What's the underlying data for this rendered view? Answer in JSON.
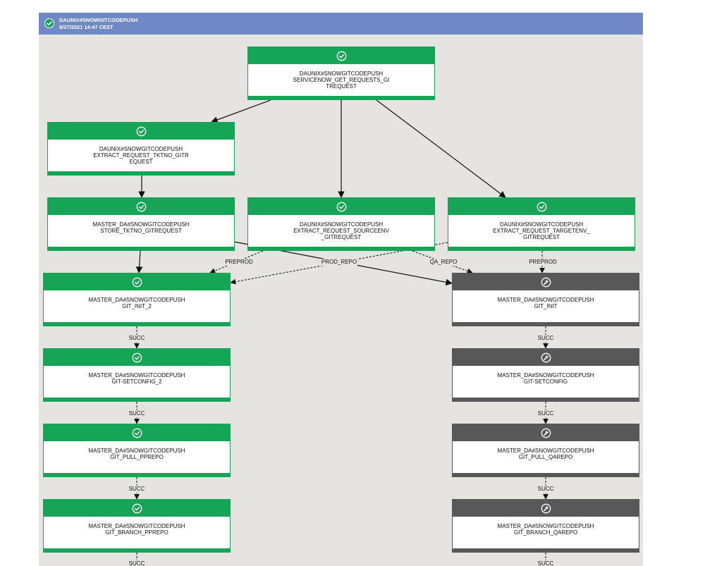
{
  "header": {
    "title": "DAUNIX#SNOWGITCODEPUSH",
    "date": "8/27/2021 14:47 CEST",
    "status_icon": "check-circle-icon"
  },
  "colors": {
    "success": "#16a556",
    "inactive": "#585858",
    "header": "#6f88c6",
    "canvas": "#e5e4e1"
  },
  "nodes": [
    {
      "id": "n0",
      "line1": "DAUNIX#SNOWGITCODEPUSH",
      "line2": "SERVICENOW_GET_REQUESTS_GI",
      "line3": "TREQUEST",
      "status": "success",
      "icon": "check-circle-icon"
    },
    {
      "id": "n1",
      "line1": "DAUNIX#SNOWGITCODEPUSH",
      "line2": "EXTRACT_REQUEST_TKTNO_GITR",
      "line3": "EQUEST",
      "status": "success",
      "icon": "check-circle-icon"
    },
    {
      "id": "n2",
      "line1": "MASTER_DA#SNOWGITCODEPUSH",
      "line2": "STORE_TKTNO_GITREQUEST",
      "line3": "",
      "status": "success",
      "icon": "check-circle-icon"
    },
    {
      "id": "n3",
      "line1": "DAUNIX#SNOWGITCODEPUSH",
      "line2": "EXTRACT_REQUEST_SOURCEENV",
      "line3": "_GITREQUEST",
      "status": "success",
      "icon": "check-circle-icon"
    },
    {
      "id": "n4",
      "line1": "DAUNIX#SNOWGITCODEPUSH",
      "line2": "EXTRACT_REQUEST_TARGETENV_",
      "line3": "GITREQUEST",
      "status": "success",
      "icon": "check-circle-icon"
    },
    {
      "id": "n5",
      "line1": "MASTER_DA#SNOWGITCODEPUSH",
      "line2": "GIT_INIT_2",
      "line3": "",
      "status": "success",
      "icon": "check-circle-icon"
    },
    {
      "id": "n6",
      "line1": "MASTER_DA#SNOWGITCODEPUSH",
      "line2": "GIT_INIT",
      "line3": "",
      "status": "inactive",
      "icon": "wrench-icon"
    },
    {
      "id": "n7",
      "line1": "MASTER_DA#SNOWGITCODEPUSH",
      "line2": "GIT-SETCONFIG_2",
      "line3": "",
      "status": "success",
      "icon": "check-circle-icon"
    },
    {
      "id": "n8",
      "line1": "MASTER_DA#SNOWGITCODEPUSH",
      "line2": "GIT-SETCONFIG",
      "line3": "",
      "status": "inactive",
      "icon": "wrench-icon"
    },
    {
      "id": "n9",
      "line1": "MASTER_DA#SNOWGITCODEPUSH",
      "line2": "GIT_PULL_PPREPO",
      "line3": "",
      "status": "success",
      "icon": "check-circle-icon"
    },
    {
      "id": "n10",
      "line1": "MASTER_DA#SNOWGITCODEPUSH",
      "line2": "GIT_PULL_QAREPO",
      "line3": "",
      "status": "inactive",
      "icon": "wrench-icon"
    },
    {
      "id": "n11",
      "line1": "MASTER_DA#SNOWGITCODEPUSH",
      "line2": "GIT_BRANCH_PPREPO",
      "line3": "",
      "status": "success",
      "icon": "check-circle-icon"
    },
    {
      "id": "n12",
      "line1": "MASTER_DA#SNOWGITCODEPUSH",
      "line2": "GIT_BRANCH_QAREPO",
      "line3": "",
      "status": "inactive",
      "icon": "wrench-icon"
    }
  ],
  "edge_labels": {
    "preprod_left": "PREPROD",
    "prod_repo": "PROD_REPO",
    "qa_repo": "QA_REPO",
    "preprod_right": "PREPROD",
    "succ_l1": "SUCC",
    "succ_l2": "SUCC",
    "succ_l3": "SUCC",
    "succ_l4": "SUCC",
    "succ_r1": "SUCC",
    "succ_r2": "SUCC",
    "succ_r3": "SUCC",
    "succ_r4": "SUCC"
  }
}
